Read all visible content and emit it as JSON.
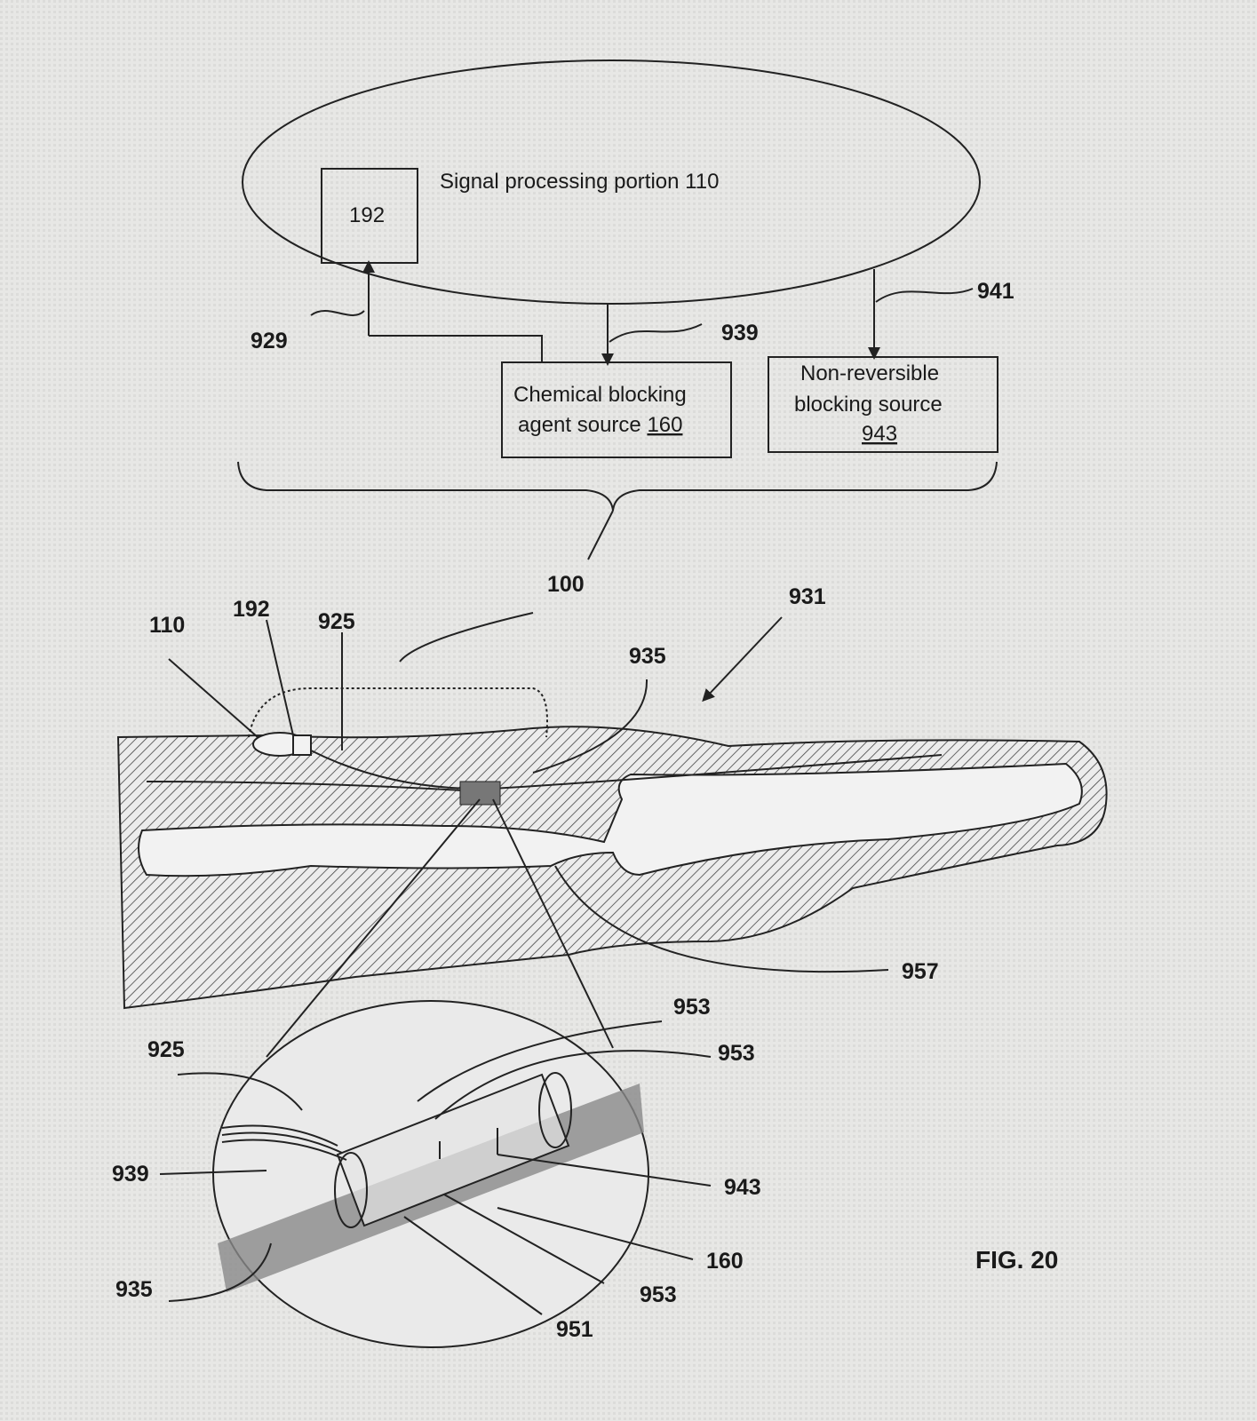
{
  "figure": {
    "title": "FIG. 20",
    "ellipse_label": "Signal processing portion 110",
    "box_192": "192",
    "chemical_box": {
      "line1": "Chemical blocking",
      "line2": "agent source ",
      "ref": "160"
    },
    "nonrev_box": {
      "line1": "Non-reversible",
      "line2": "blocking source",
      "ref": "943"
    },
    "refs": {
      "r929": "929",
      "r939": "939",
      "r941": "941",
      "r100": "100",
      "r931": "931",
      "r110": "110",
      "r192": "192",
      "r925": "925",
      "r935": "935",
      "r957": "957",
      "r953a": "953",
      "r953b": "953",
      "r925b": "925",
      "r939b": "939",
      "r943": "943",
      "r935b": "935",
      "r160": "160",
      "r953c": "953",
      "r951": "951"
    }
  }
}
